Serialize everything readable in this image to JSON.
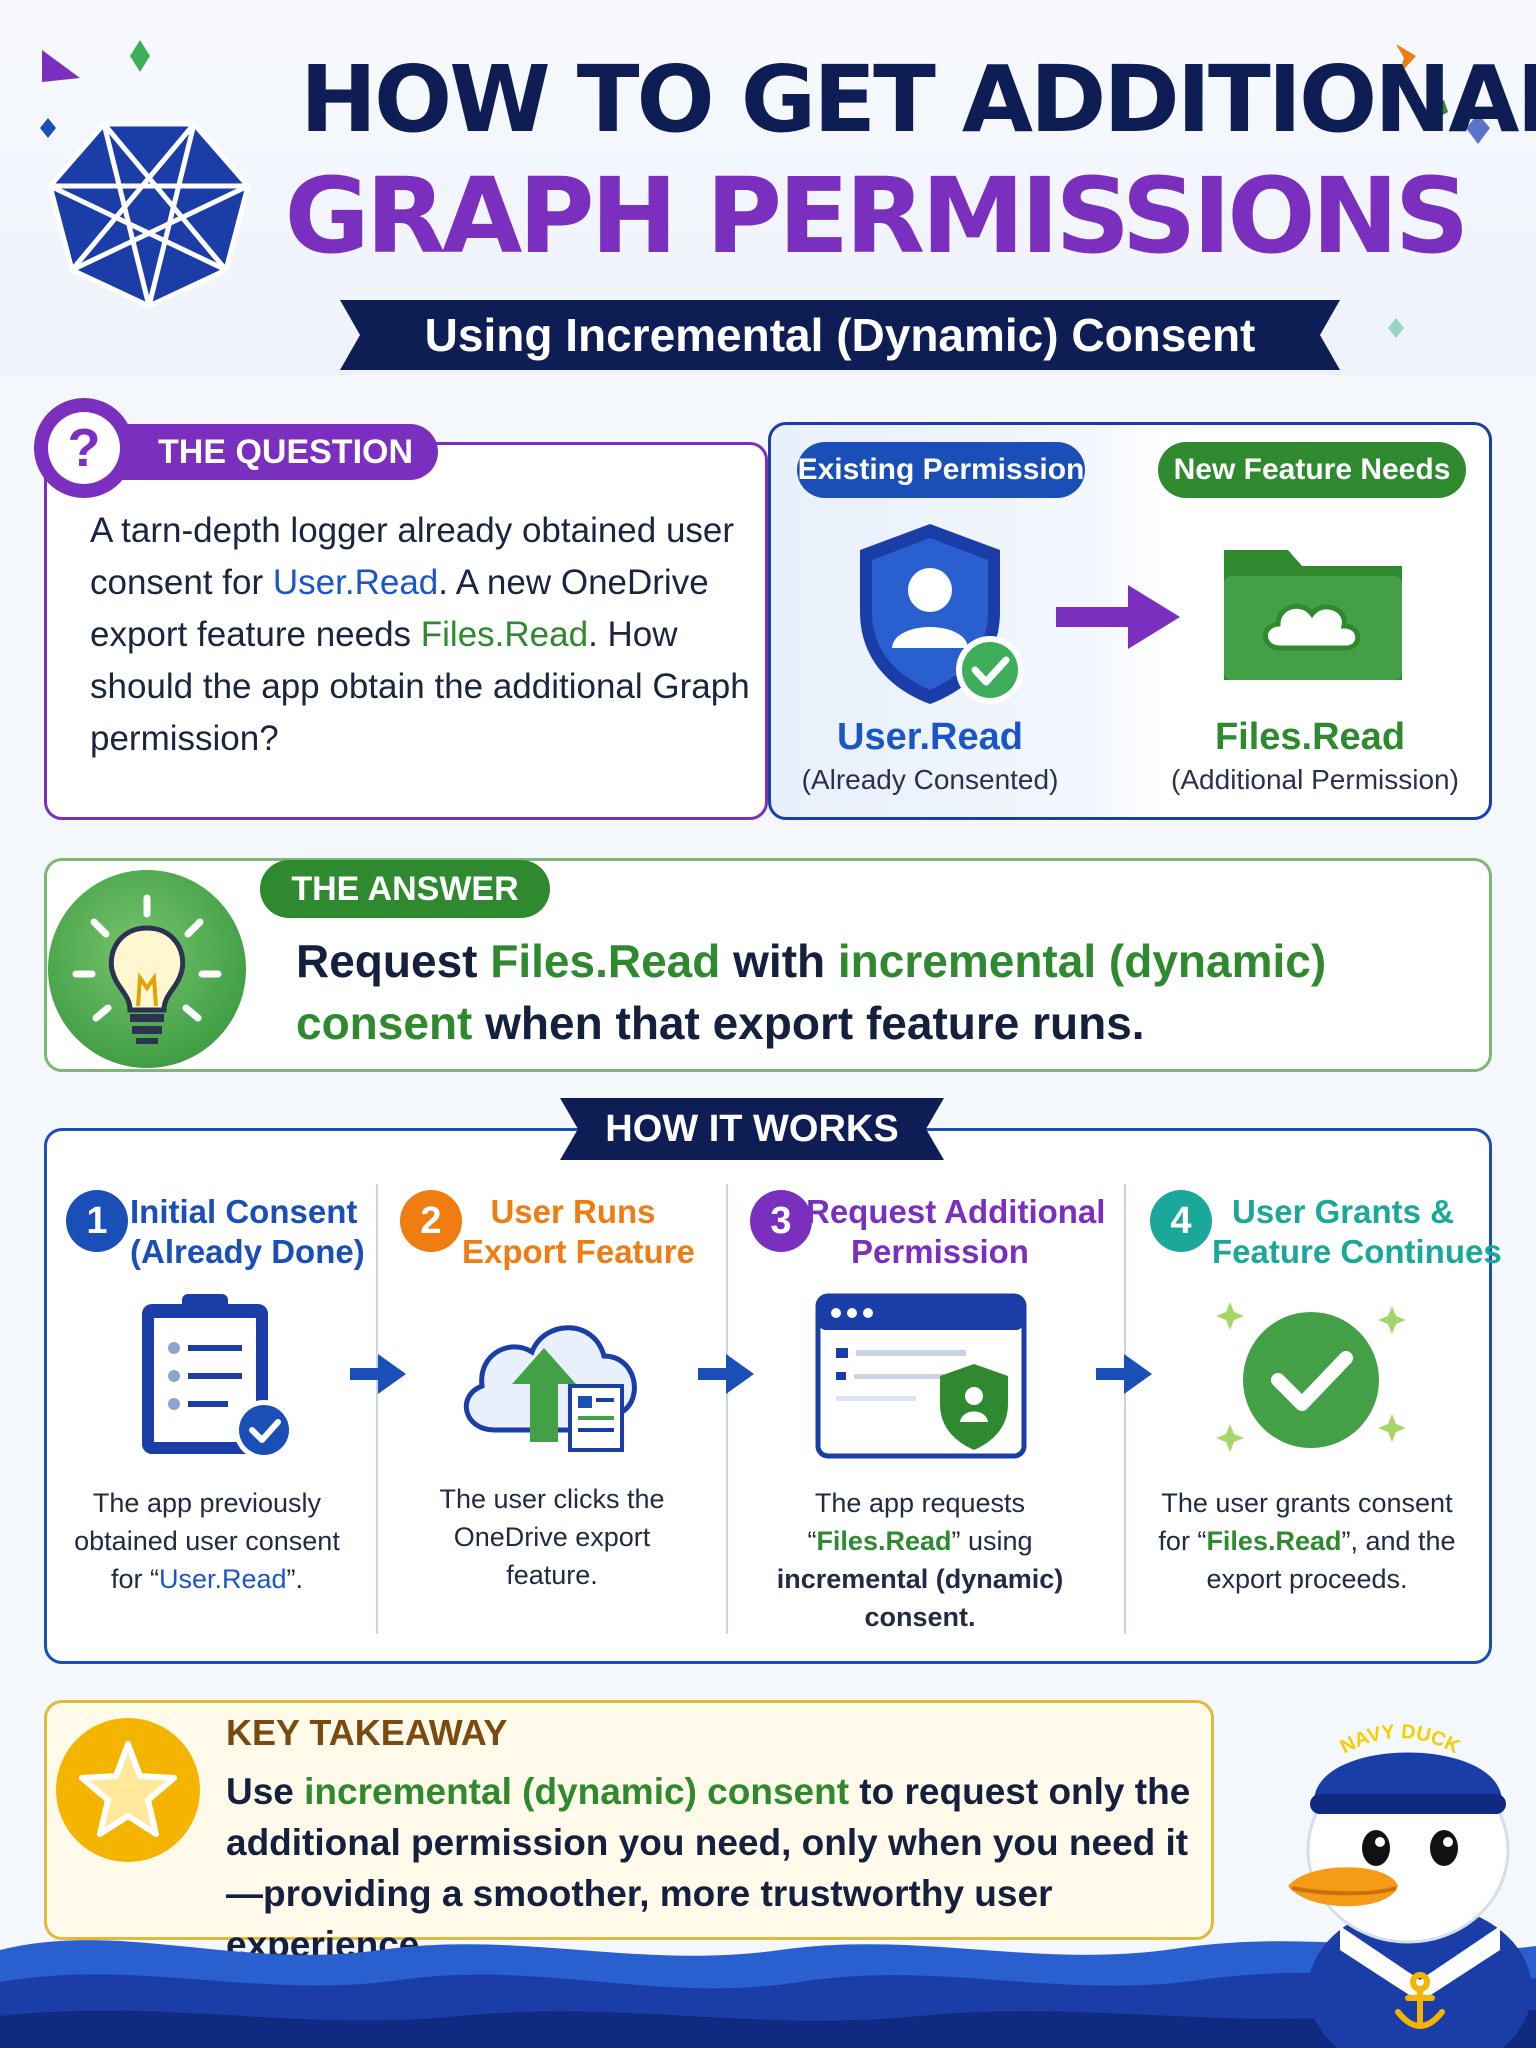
{
  "header": {
    "title_line1": "HOW TO GET ADDITIONAL",
    "title_line2": "GRAPH PERMISSIONS",
    "subtitle": "Using Incremental (Dynamic) Consent"
  },
  "question": {
    "badge": "?",
    "label": "THE QUESTION",
    "text_1": "A tarn-depth logger already obtained user consent for ",
    "perm_existing": "User.Read",
    "text_2": ". A new OneDrive export feature needs ",
    "perm_new": "Files.Read",
    "text_3": ". How should the app obtain the additional Graph permission?"
  },
  "permissions": {
    "existing_label": "Existing Permission",
    "new_label": "New Feature Needs",
    "existing_name": "User.Read",
    "existing_note": "(Already Consented)",
    "new_name": "Files.Read",
    "new_note": "(Additional Permission)"
  },
  "answer": {
    "label": "THE ANSWER",
    "part_1": "Request ",
    "perm": "Files.Read",
    "part_2": " with ",
    "highlight": "incremental (dynamic) consent",
    "part_3": " when that export feature runs."
  },
  "how": {
    "label": "HOW IT WORKS",
    "steps": [
      {
        "num": "1",
        "title_1": "Initial Consent",
        "title_2": "(Already Done)",
        "color": "#1a4fb8",
        "desc_1": "The app previously obtained user consent for “",
        "desc_hl": "User.Read",
        "desc_2": "”."
      },
      {
        "num": "2",
        "title_1": "User Runs",
        "title_2": "Export Feature",
        "color": "#ef7d12",
        "desc": "The user clicks the OneDrive export feature."
      },
      {
        "num": "3",
        "title_1": "Request Additional",
        "title_2": "Permission",
        "color": "#7b2fbf",
        "desc_1": "The app requests “",
        "desc_hl": "Files.Read",
        "desc_2": "” using",
        "desc_bold": "incremental (dynamic) consent."
      },
      {
        "num": "4",
        "title_1": "User Grants &",
        "title_2": "Feature Continues",
        "color": "#1aa89a",
        "desc_1": "The user grants consent for “",
        "desc_hl": "Files.Read",
        "desc_2": "”, and the export proceeds."
      }
    ]
  },
  "takeaway": {
    "label": "KEY TAKEAWAY",
    "part_1": "Use ",
    "highlight": "incremental (dynamic) consent",
    "part_2": " to request only the additional permission you need, only when you need it—providing a smoother, more trustworthy user experience."
  },
  "mascot": {
    "hat_text": "NAVY DUCK"
  },
  "colors": {
    "navy": "#0f1d55",
    "purple": "#7b2fbf",
    "blue": "#1a4fb8",
    "green": "#2f8a2f",
    "orange": "#ef7d12",
    "teal": "#1aa89a",
    "gold": "#f4b400"
  }
}
